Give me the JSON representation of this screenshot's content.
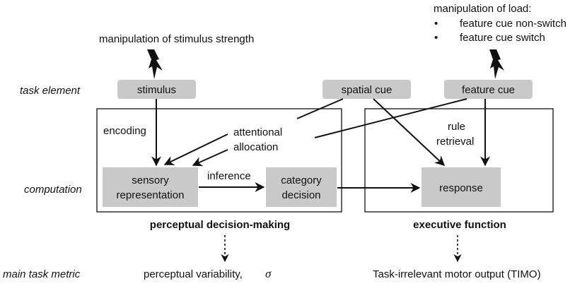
{
  "row_labels": {
    "task_element": "task element",
    "computation": "computation",
    "main_task_metric": "main task metric"
  },
  "manipulations": {
    "stimulus_strength": "manipulation of stimulus strength",
    "load_title": "manipulation of load:",
    "load_items": [
      "feature cue non-switch",
      "feature cue switch"
    ],
    "bullet": "•"
  },
  "task_elements": {
    "stimulus": "stimulus",
    "spatial_cue": "spatial cue",
    "feature_cue": "feature cue"
  },
  "processes": {
    "encoding": "encoding",
    "attentional_allocation_line1": "attentional",
    "attentional_allocation_line2": "allocation",
    "inference": "inference",
    "rule_retrieval_line1": "rule",
    "rule_retrieval_line2": "retrieval"
  },
  "computations": {
    "sensory_line1": "sensory",
    "sensory_line2": "representation",
    "category_line1": "category",
    "category_line2": "decision",
    "response": "response"
  },
  "modules": {
    "perceptual": "perceptual decision-making",
    "executive": "executive function"
  },
  "metrics": {
    "perceptual": "perceptual variability,",
    "perceptual_symbol": "σ",
    "executive": "Task-irrelevant motor output (TIMO)"
  }
}
